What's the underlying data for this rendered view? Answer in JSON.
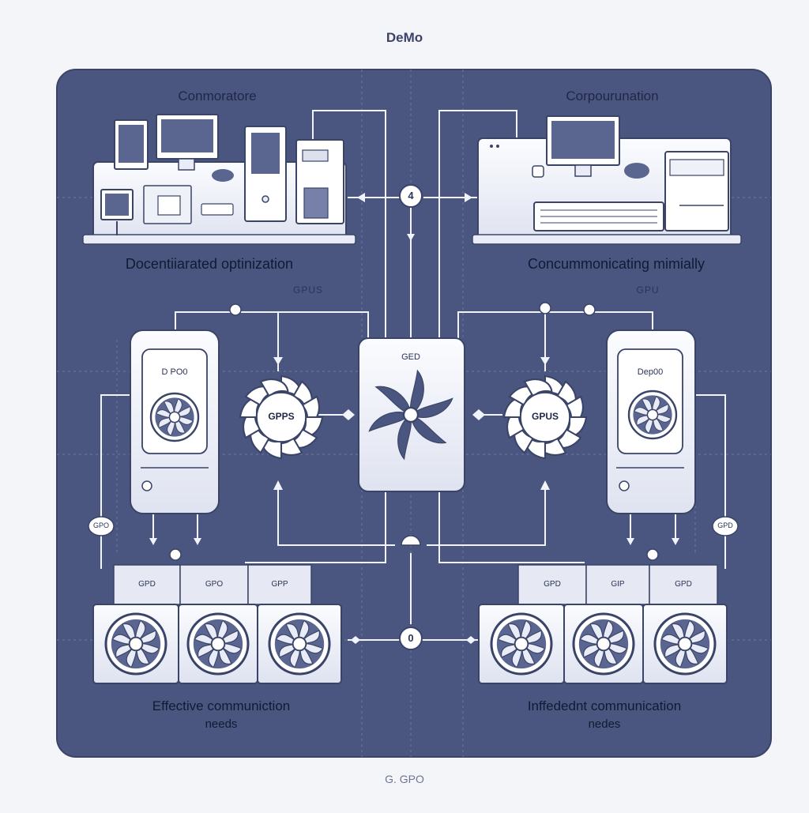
{
  "title": "DeMo",
  "footer": "G. GPO",
  "sections": {
    "top_left": {
      "heading": "Conmoratore",
      "caption": "Docentiiarated optinization",
      "sub": "GPUS"
    },
    "top_right": {
      "heading": "Corpourunation",
      "caption": "Concummonicating mimially",
      "sub": "GPU"
    },
    "bottom_left": {
      "caption_line1": "Effective communiction",
      "caption_line2": "needs"
    },
    "bottom_right": {
      "caption_line1": "Inffedednt communication",
      "caption_line2": "nedes"
    }
  },
  "center": {
    "card_label": "GED",
    "top_node": "4",
    "bottom_node": "0"
  },
  "gpu_cards": {
    "left_label": "D PO0",
    "right_label": "Dep00"
  },
  "fans": {
    "left_label": "GPPS",
    "right_label": "GPUS"
  },
  "side_tags": {
    "left": "GPO",
    "right": "GPD"
  },
  "racks": {
    "left": [
      "GPD",
      "GPO",
      "GPP"
    ],
    "right": [
      "GPD",
      "GIP",
      "GPD"
    ]
  },
  "colors": {
    "panel": "#4b5680",
    "panel_border": "#3a4467",
    "card": "#f3f5fb",
    "line": "#ffffff",
    "accent": "#6f7aa6"
  }
}
